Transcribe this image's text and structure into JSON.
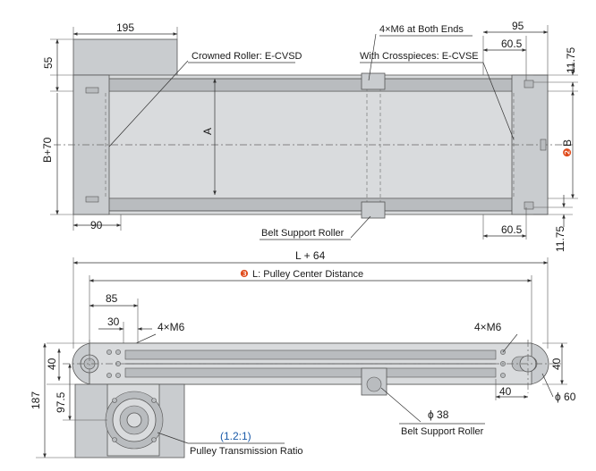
{
  "top_view": {
    "dims": {
      "motor_width": "195",
      "motor_height": "55",
      "overall_width": "B+70",
      "belt_inner": "A",
      "belt_width": "B",
      "motor_offset": "90",
      "end_offset_top": "60.5",
      "end_offset_bottom": "60.5",
      "tap_span": "95",
      "edge_top": "11.75",
      "edge_bottom": "11.75"
    },
    "callouts": {
      "crowned_roller": "Crowned Roller: E-CVSD",
      "crosspieces": "With Crosspieces: E-CVSE",
      "tapped_holes": "4×M6 at Both Ends",
      "belt_support_roller": "Belt Support Roller"
    },
    "badge_b": "❷"
  },
  "side_view": {
    "dims": {
      "overall_length": "L + 64",
      "left_85": "85",
      "left_30": "30",
      "height_40_left": "40",
      "height_97_5": "97.5",
      "height_187": "187",
      "right_40_h": "40",
      "right_40_v": "40",
      "pulley_dia": "ϕ 60",
      "support_dia": "ϕ 38"
    },
    "badge_l": "❸",
    "center_distance_label": "L: Pulley Center Distance",
    "tapped_left": "4×M6",
    "tapped_right": "4×M6",
    "belt_support_roller": "Belt Support Roller",
    "ratio": "(1.2:1)",
    "ratio_label": "Pulley Transmission Ratio"
  },
  "colors": {
    "body_fill": "#d9dbdd",
    "accent_blue": "#1a5aa8",
    "badge_red": "#e04a1a"
  }
}
